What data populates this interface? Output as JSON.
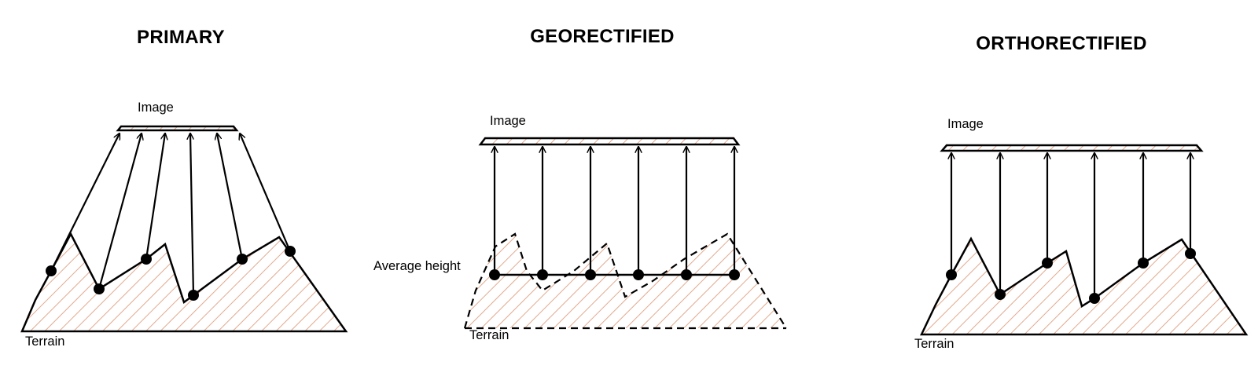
{
  "colors": {
    "ink": "#000000",
    "hatch": "#e2a98e",
    "background": "#ffffff"
  },
  "panels": [
    {
      "id": "primary",
      "title": "PRIMARY",
      "image_label": "Image",
      "terrain_label": "Terrain"
    },
    {
      "id": "georectified",
      "title": "GEORECTIFIED",
      "image_label": "Image",
      "terrain_label": "Terrain",
      "reference_label": "Average height"
    },
    {
      "id": "orthorectified",
      "title": "ORTHORECTIFIED",
      "image_label": "Image",
      "terrain_label": "Terrain"
    }
  ]
}
